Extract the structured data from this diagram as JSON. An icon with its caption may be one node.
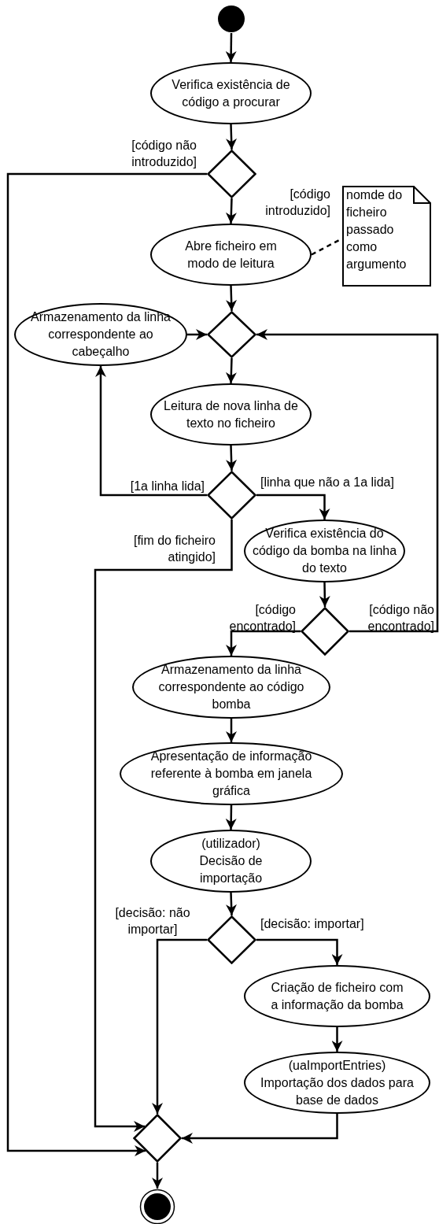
{
  "diagram": {
    "nodes": [
      {
        "text": [],
        "shape": "circle"
      },
      {
        "text": [
          "Verifica existência de código a procurar"
        ]
      },
      {
        "text": [],
        "shape": "diamond"
      },
      {
        "text": [
          "Abre ficheiro em modo de leitura"
        ]
      },
      {
        "text": [
          "nomde do ficheiro passado como argumento"
        ]
      },
      {
        "text": [
          "Armazenamento da linha correspondente ao cabeçalho"
        ]
      },
      {
        "text": [],
        "shape": "diamond"
      },
      {
        "text": [
          "Leitura de nova linha de texto no ficheiro"
        ]
      },
      {
        "text": [],
        "shape": "diamond"
      },
      {
        "text": [
          "Verifica existência do código da bomba na linha do texto"
        ]
      },
      {
        "text": [],
        "shape": "diamond"
      },
      {
        "text": [
          "Armazenamento da linha correspondente ao código bomba"
        ]
      },
      {
        "text": [
          "Apresentação de informação referente à bomba em janela gráfica"
        ]
      },
      {
        "text": [
          "(utilizador) Decisão de importação"
        ]
      },
      {
        "text": [],
        "shape": "diamond"
      },
      {
        "text": [
          "Criação de ficheiro com a informação da bomba"
        ]
      },
      {
        "text": [
          "(uaImportEntries) Importação dos dados para base de dados"
        ]
      },
      {
        "text": [],
        "shape": "diamond"
      },
      {
        "text": [],
        "shape": "bullseye"
      }
    ],
    "edges": [
      {
        "from": 0,
        "to": 1,
        "arrow": "to"
      },
      {
        "from": 1,
        "to": 2,
        "arrow": "to"
      },
      {
        "from": 2,
        "to": 3,
        "arrow": "to",
        "label": "[código introduzido]"
      },
      {
        "from": 2,
        "to": 17,
        "arrow": "to",
        "label": "[código não introduzido]"
      },
      {
        "from": 3,
        "to": 4,
        "arrow": "none",
        "style": "dashed"
      },
      {
        "from": 3,
        "to": 6,
        "arrow": "to"
      },
      {
        "from": 5,
        "to": 6,
        "arrow": "to"
      },
      {
        "from": 10,
        "to": 6,
        "arrow": "to",
        "label": "[código não encontrado]"
      },
      {
        "from": 6,
        "to": 7,
        "arrow": "to"
      },
      {
        "from": 7,
        "to": 8,
        "arrow": "to"
      },
      {
        "from": 8,
        "to": 5,
        "arrow": "to",
        "label": "[1a linha lida]"
      },
      {
        "from": 8,
        "to": 9,
        "arrow": "to",
        "label": "[linha que não a 1a lida]"
      },
      {
        "from": 8,
        "to": 17,
        "arrow": "to",
        "label": "[fim do ficheiro atingido]"
      },
      {
        "from": 9,
        "to": 10,
        "arrow": "to"
      },
      {
        "from": 10,
        "to": 11,
        "arrow": "to",
        "label": "[código encontrado]"
      },
      {
        "from": 11,
        "to": 12,
        "arrow": "to"
      },
      {
        "from": 12,
        "to": 13,
        "arrow": "to"
      },
      {
        "from": 13,
        "to": 14,
        "arrow": "to"
      },
      {
        "from": 14,
        "to": 17,
        "arrow": "to",
        "label": "[decisão: não importar]"
      },
      {
        "from": 14,
        "to": 15,
        "arrow": "to",
        "label": "[decisão: importar]"
      },
      {
        "from": 15,
        "to": 16,
        "arrow": "to"
      },
      {
        "from": 16,
        "to": 17,
        "arrow": "to"
      },
      {
        "from": 17,
        "to": 18,
        "arrow": "to"
      }
    ]
  }
}
